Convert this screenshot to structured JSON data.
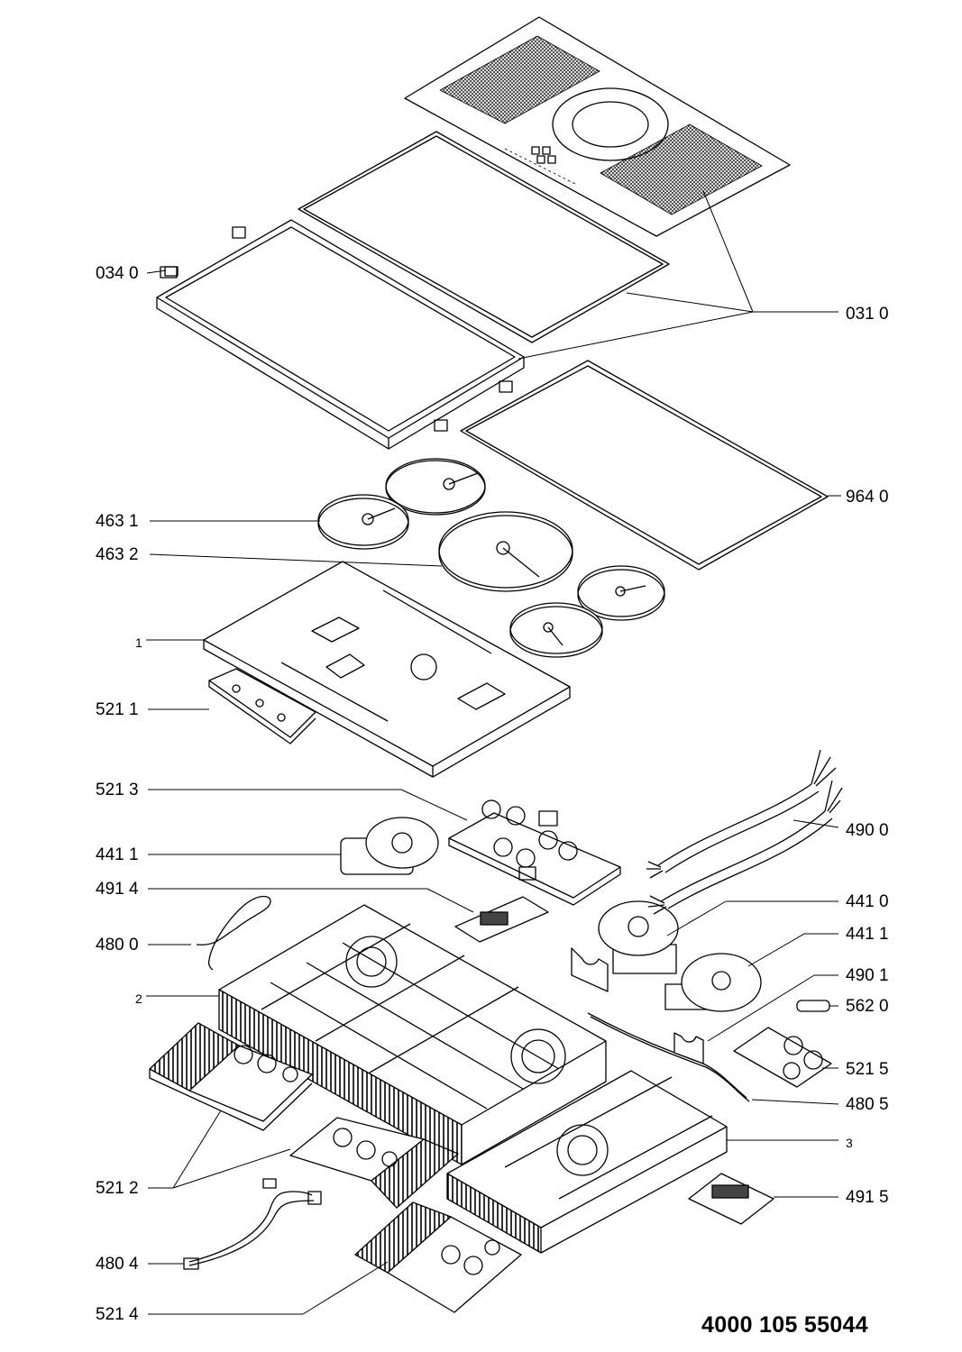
{
  "labels": {
    "l0340": "034 0",
    "l0310": "031 0",
    "l9640": "964 0",
    "l4631": "463 1",
    "l4632": "463 2",
    "l1": "1",
    "l5211": "521 1",
    "l5213": "521 3",
    "l4900": "490 0",
    "l4411a": "441 1",
    "l4914": "491 4",
    "l4410": "441 0",
    "l4800": "480 0",
    "l4411b": "441 1",
    "l4901": "490 1",
    "l2": "2",
    "l5620": "562 0",
    "l5215": "521 5",
    "l4805": "480 5",
    "l3": "3",
    "l5212": "521 2",
    "l4915": "491 5",
    "l4804": "480 4",
    "l5214": "521 4"
  },
  "document_number": "4000 105 55044",
  "colors": {
    "line": "#000000",
    "background": "#ffffff",
    "mesh": "#444444"
  }
}
